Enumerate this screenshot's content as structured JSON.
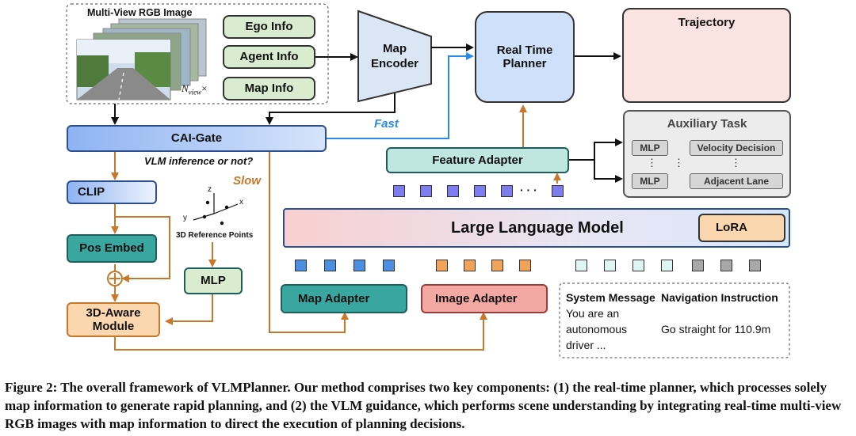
{
  "input_panel": {
    "title": "Multi-View RGB Image",
    "nview_label": "N",
    "nview_sub": "view",
    "nview_suffix": "×"
  },
  "info_boxes": [
    "Ego Info",
    "Agent Info",
    "Map Info"
  ],
  "map_encoder": [
    "Map",
    "Encoder"
  ],
  "real_time_planner": [
    "Real Time",
    "Planner"
  ],
  "trajectory": {
    "title": "Trajectory"
  },
  "cai_gate": "CAI-Gate",
  "fast_label": "Fast",
  "slow_label": "Slow",
  "vlm_question": "VLM inference or not?",
  "clip": "CLIP",
  "pos_embed": "Pos Embed",
  "aware_module": [
    "3D-Aware",
    "Module"
  ],
  "mlp_left": "MLP",
  "ref_points": {
    "label": "3D Reference Points",
    "axis_x": "x",
    "axis_y": "y",
    "axis_z": "z"
  },
  "map_adapter": "Map Adapter",
  "image_adapter": "Image Adapter",
  "feature_adapter": "Feature Adapter",
  "llm": "Large Language Model",
  "lora": "LoRA",
  "auxiliary": {
    "title": "Auxiliary Task",
    "mlp1": "MLP",
    "mlp2": "MLP",
    "task1": "Velocity Decision",
    "task2": "Adjacent Lane",
    "dots": "⋮"
  },
  "ellipsis": "· · ·",
  "prompt_panel": {
    "system_title": "System Message",
    "system_lines": [
      "You are an",
      "autonomous",
      "driver ..."
    ],
    "nav_title": "Navigation Instruction",
    "nav_text": "Go straight for 110.9m"
  },
  "caption": "Figure 2: The overall framework of VLMPlanner. Our method comprises two key components: (1) the real-time planner, which processes solely map information to generate rapid planning, and (2) the VLM guidance, which performs scene understanding by integrating real-time multi-view RGB images with map information to direct the execution of planning decisions.",
  "colors": {
    "orange_arrow": "#c7782a",
    "blue_arrow": "#2b8ae6",
    "black_arrow": "#111111",
    "trajectory_red": "#c0504d"
  }
}
